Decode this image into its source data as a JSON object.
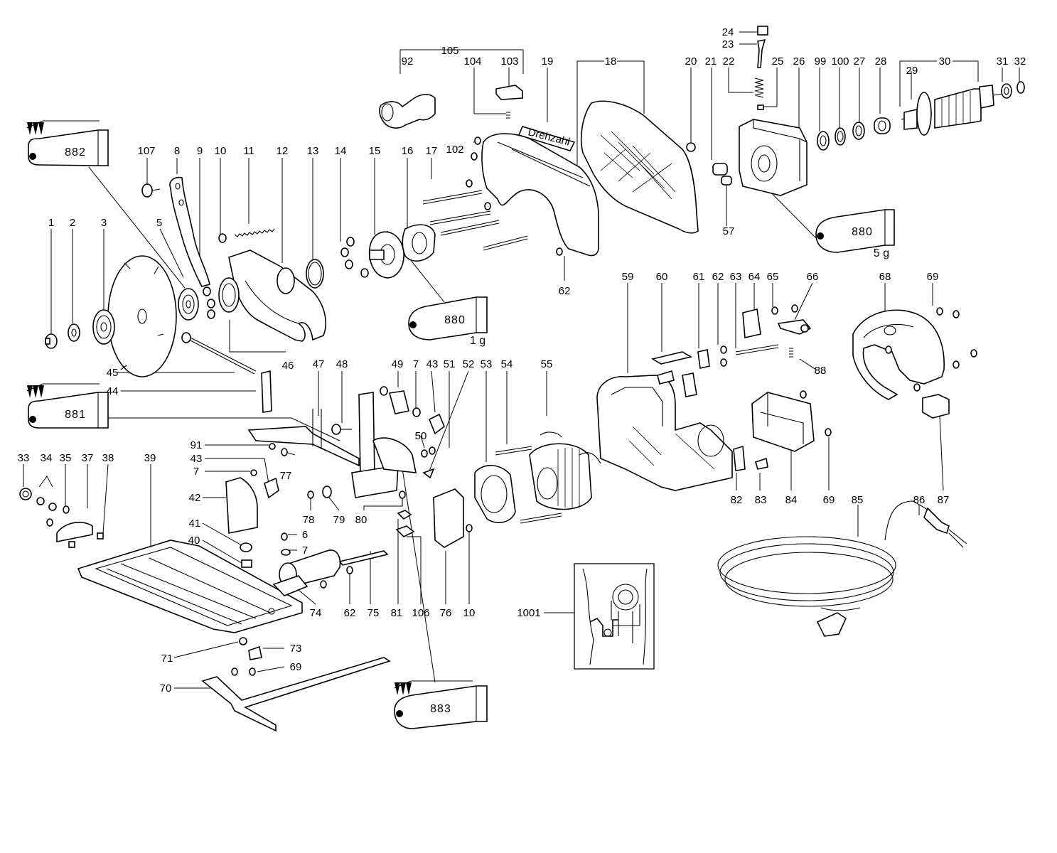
{
  "labels": [
    {
      "id": "p105",
      "t": "105"
    },
    {
      "id": "p92",
      "t": "92"
    },
    {
      "id": "p104",
      "t": "104"
    },
    {
      "id": "p103",
      "t": "103"
    },
    {
      "id": "p19",
      "t": "19"
    },
    {
      "id": "p18",
      "t": "18"
    },
    {
      "id": "p24",
      "t": "24"
    },
    {
      "id": "p23",
      "t": "23"
    },
    {
      "id": "p22",
      "t": "22"
    },
    {
      "id": "p25",
      "t": "25"
    },
    {
      "id": "p20",
      "t": "20"
    },
    {
      "id": "p21",
      "t": "21"
    },
    {
      "id": "p26",
      "t": "26"
    },
    {
      "id": "p99",
      "t": "99"
    },
    {
      "id": "p100",
      "t": "100"
    },
    {
      "id": "p27",
      "t": "27"
    },
    {
      "id": "p28",
      "t": "28"
    },
    {
      "id": "p30",
      "t": "30"
    },
    {
      "id": "p29",
      "t": "29"
    },
    {
      "id": "p31",
      "t": "31"
    },
    {
      "id": "p32",
      "t": "32"
    },
    {
      "id": "p107",
      "t": "107"
    },
    {
      "id": "p8",
      "t": "8"
    },
    {
      "id": "p9",
      "t": "9"
    },
    {
      "id": "p10a",
      "t": "10"
    },
    {
      "id": "p11",
      "t": "11"
    },
    {
      "id": "p12",
      "t": "12"
    },
    {
      "id": "p13",
      "t": "13"
    },
    {
      "id": "p14",
      "t": "14"
    },
    {
      "id": "p15",
      "t": "15"
    },
    {
      "id": "p16",
      "t": "16"
    },
    {
      "id": "p17",
      "t": "17"
    },
    {
      "id": "p102",
      "t": "102"
    },
    {
      "id": "p57",
      "t": "57"
    },
    {
      "id": "p1",
      "t": "1"
    },
    {
      "id": "p2",
      "t": "2"
    },
    {
      "id": "p3",
      "t": "3"
    },
    {
      "id": "p5",
      "t": "5"
    },
    {
      "id": "p62a",
      "t": "62"
    },
    {
      "id": "p59",
      "t": "59"
    },
    {
      "id": "p60",
      "t": "60"
    },
    {
      "id": "p61",
      "t": "61"
    },
    {
      "id": "p62b",
      "t": "62"
    },
    {
      "id": "p63",
      "t": "63"
    },
    {
      "id": "p64",
      "t": "64"
    },
    {
      "id": "p65",
      "t": "65"
    },
    {
      "id": "p66",
      "t": "66"
    },
    {
      "id": "p68",
      "t": "68"
    },
    {
      "id": "p69a",
      "t": "69"
    },
    {
      "id": "p46",
      "t": "46"
    },
    {
      "id": "p45",
      "t": "45"
    },
    {
      "id": "p44",
      "t": "44"
    },
    {
      "id": "p47",
      "t": "47"
    },
    {
      "id": "p48",
      "t": "48"
    },
    {
      "id": "p49",
      "t": "49"
    },
    {
      "id": "p7a",
      "t": "7"
    },
    {
      "id": "p43a",
      "t": "43"
    },
    {
      "id": "p51",
      "t": "51"
    },
    {
      "id": "p52",
      "t": "52"
    },
    {
      "id": "p53",
      "t": "53"
    },
    {
      "id": "p54",
      "t": "54"
    },
    {
      "id": "p55",
      "t": "55"
    },
    {
      "id": "p88",
      "t": "88"
    },
    {
      "id": "p91",
      "t": "91"
    },
    {
      "id": "p43b",
      "t": "43"
    },
    {
      "id": "p7b",
      "t": "7"
    },
    {
      "id": "p77",
      "t": "77"
    },
    {
      "id": "p50",
      "t": "50"
    },
    {
      "id": "p33",
      "t": "33"
    },
    {
      "id": "p34",
      "t": "34"
    },
    {
      "id": "p35",
      "t": "35"
    },
    {
      "id": "p37",
      "t": "37"
    },
    {
      "id": "p38",
      "t": "38"
    },
    {
      "id": "p39",
      "t": "39"
    },
    {
      "id": "p42",
      "t": "42"
    },
    {
      "id": "p78",
      "t": "78"
    },
    {
      "id": "p79",
      "t": "79"
    },
    {
      "id": "p80",
      "t": "80"
    },
    {
      "id": "p82",
      "t": "82"
    },
    {
      "id": "p83",
      "t": "83"
    },
    {
      "id": "p84",
      "t": "84"
    },
    {
      "id": "p69b",
      "t": "69"
    },
    {
      "id": "p85",
      "t": "85"
    },
    {
      "id": "p86",
      "t": "86"
    },
    {
      "id": "p87",
      "t": "87"
    },
    {
      "id": "p41",
      "t": "41"
    },
    {
      "id": "p6",
      "t": "6"
    },
    {
      "id": "p40",
      "t": "40"
    },
    {
      "id": "p7c",
      "t": "7"
    },
    {
      "id": "p74",
      "t": "74"
    },
    {
      "id": "p62c",
      "t": "62"
    },
    {
      "id": "p75",
      "t": "75"
    },
    {
      "id": "p81",
      "t": "81"
    },
    {
      "id": "p106",
      "t": "106"
    },
    {
      "id": "p76",
      "t": "76"
    },
    {
      "id": "p10b",
      "t": "10"
    },
    {
      "id": "p1001",
      "t": "1001"
    },
    {
      "id": "p71",
      "t": "71"
    },
    {
      "id": "p73",
      "t": "73"
    },
    {
      "id": "p69c",
      "t": "69"
    },
    {
      "id": "p70",
      "t": "70"
    }
  ],
  "tubes": {
    "t882": "882",
    "t881": "881",
    "t880a": "880",
    "t880b": "880",
    "t883": "883"
  },
  "quantities": {
    "q880a": "1 g",
    "q880b": "5 g"
  },
  "switch_box": {
    "label_text": "Drehzahl"
  }
}
